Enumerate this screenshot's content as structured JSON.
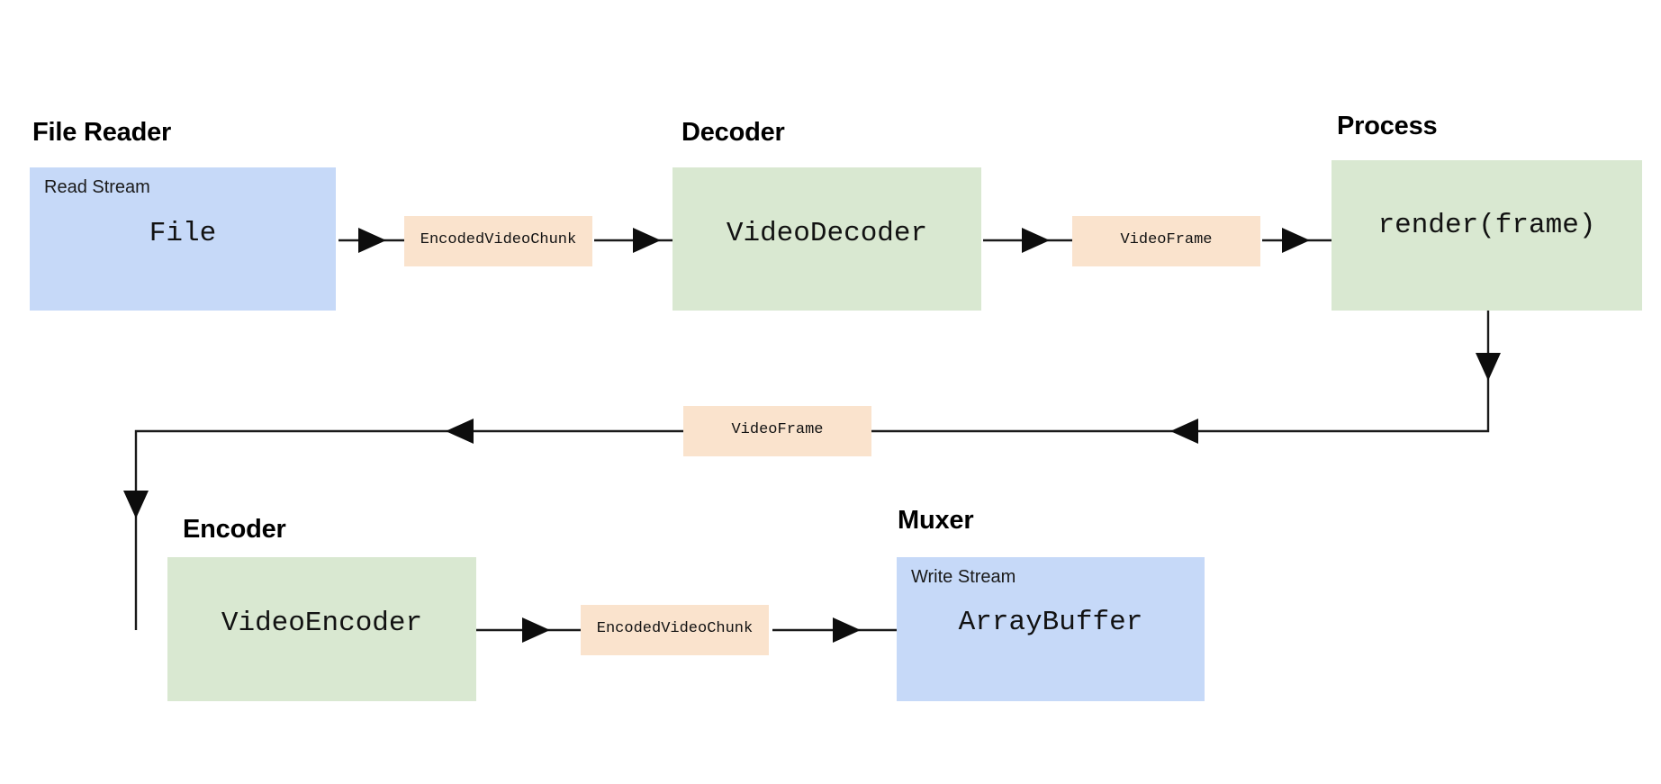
{
  "diagram": {
    "title_group_file_reader": "File Reader",
    "title_group_decoder": "Decoder",
    "title_group_process": "Process",
    "title_group_encoder": "Encoder",
    "title_group_muxer": "Muxer",
    "nodes": {
      "file": {
        "sublabel": "Read Stream",
        "label": "File",
        "color": "#c6d9f8"
      },
      "encoded_chunk_top": {
        "label": "EncodedVideoChunk",
        "color": "#fae3cd"
      },
      "video_decoder": {
        "label": "VideoDecoder",
        "color": "#d9e8d1"
      },
      "video_frame_top": {
        "label": "VideoFrame",
        "color": "#fae3cd"
      },
      "render_frame": {
        "label": "render(frame)",
        "color": "#d9e8d1"
      },
      "video_frame_return": {
        "label": "VideoFrame",
        "color": "#fae3cd"
      },
      "video_encoder": {
        "label": "VideoEncoder",
        "color": "#d9e8d1"
      },
      "encoded_chunk_bottom": {
        "label": "EncodedVideoChunk",
        "color": "#fae3cd"
      },
      "array_buffer": {
        "sublabel": "Write Stream",
        "label": "ArrayBuffer",
        "color": "#c6d9f8"
      }
    },
    "edges": [
      {
        "name": "file-to-encoded-chunk"
      },
      {
        "name": "encoded-chunk-to-video-decoder"
      },
      {
        "name": "video-decoder-to-video-frame"
      },
      {
        "name": "video-frame-to-render-frame"
      },
      {
        "name": "render-frame-to-video-frame-return"
      },
      {
        "name": "video-frame-return-to-video-encoder"
      },
      {
        "name": "video-encoder-to-encoded-chunk-bottom"
      },
      {
        "name": "encoded-chunk-bottom-to-array-buffer"
      }
    ]
  }
}
